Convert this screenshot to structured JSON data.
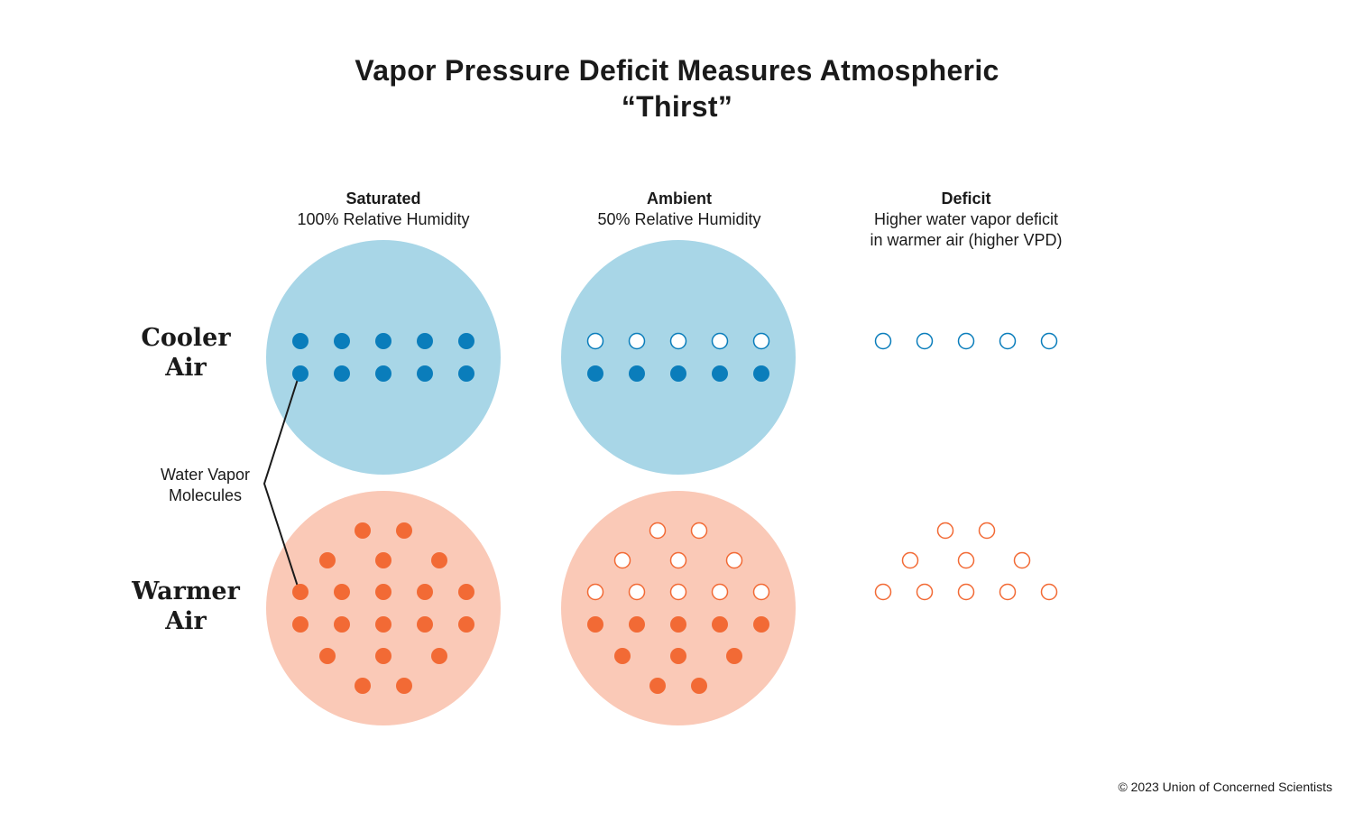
{
  "title": {
    "line1": "Vapor Pressure Deficit Measures Atmospheric",
    "line2": "“Thirst”"
  },
  "columns": [
    {
      "heading": "Saturated",
      "sub1": "100% Relative Humidity",
      "sub2": ""
    },
    {
      "heading": "Ambient",
      "sub1": "50% Relative Humidity",
      "sub2": ""
    },
    {
      "heading": "Deficit",
      "sub1": "Higher water vapor deficit",
      "sub2": "in warmer air (higher VPD)"
    }
  ],
  "rows": [
    {
      "line1": "Cooler",
      "line2": "Air"
    },
    {
      "line1": "Warmer",
      "line2": "Air"
    }
  ],
  "callout": {
    "line1": "Water Vapor",
    "line2": "Molecules"
  },
  "copyright": "© 2023 Union of Concerned Scientists",
  "colors": {
    "cool_fill": "#a8d6e7",
    "cool_dot": "#0a7dbb",
    "warm_fill": "#fac9b7",
    "warm_dot": "#f26a35",
    "text": "#1a1a1a"
  },
  "molecule_counts": {
    "cooler": {
      "saturated": 10,
      "ambient_filled": 5,
      "ambient_empty": 5,
      "deficit": 5
    },
    "warmer": {
      "saturated": 20,
      "ambient_filled": 10,
      "ambient_empty": 10,
      "deficit": 10
    }
  }
}
